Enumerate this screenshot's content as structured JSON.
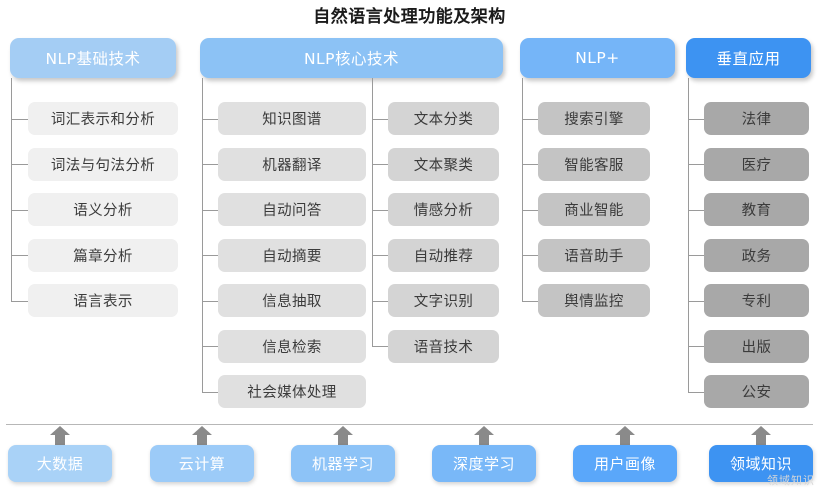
{
  "title": "自然语言处理功能及架构",
  "watermark": "领域知识",
  "colors": {
    "header_basic": "#a4cdf4",
    "header_core": "#8cc2f5",
    "header_plus": "#75b5f8",
    "header_vertical": "#3d93f2",
    "item_col1": "#f0f0f0",
    "item_col2": "#e0e0e0",
    "item_col3": "#d4d4d4",
    "item_col4": "#c4c4c4",
    "item_col5": "#a8a8a8",
    "line": "#9a9a9a",
    "arrow": "#8a8a8a",
    "title_text": "#1a1a1a"
  },
  "columns": [
    {
      "id": "nlp-basic",
      "header": "NLP基础技术",
      "items": [
        "词汇表示和分析",
        "词法与句法分析",
        "语义分析",
        "篇章分析",
        "语言表示"
      ]
    },
    {
      "id": "nlp-core-left",
      "header": "NLP核心技术",
      "items": [
        "知识图谱",
        "机器翻译",
        "自动问答",
        "自动摘要",
        "信息抽取",
        "信息检索",
        "社会媒体处理"
      ]
    },
    {
      "id": "nlp-core-right",
      "header": "",
      "items": [
        "文本分类",
        "文本聚类",
        "情感分析",
        "自动推荐",
        "文字识别",
        "语音技术"
      ]
    },
    {
      "id": "nlp-plus",
      "header": "NLP+",
      "items": [
        "搜索引擎",
        "智能客服",
        "商业智能",
        "语音助手",
        "舆情监控"
      ]
    },
    {
      "id": "vertical-apps",
      "header": "垂直应用",
      "items": [
        "法律",
        "医疗",
        "教育",
        "政务",
        "专利",
        "出版",
        "公安"
      ]
    }
  ],
  "foundation": [
    {
      "label": "大数据",
      "color": "#a9d2f7"
    },
    {
      "label": "云计算",
      "color": "#9ccbf8"
    },
    {
      "label": "机器学习",
      "color": "#8dc3f7"
    },
    {
      "label": "深度学习",
      "color": "#79b8f8"
    },
    {
      "label": "用户画像",
      "color": "#5aa7fa"
    },
    {
      "label": "领域知识",
      "color": "#3d93f2"
    }
  ]
}
